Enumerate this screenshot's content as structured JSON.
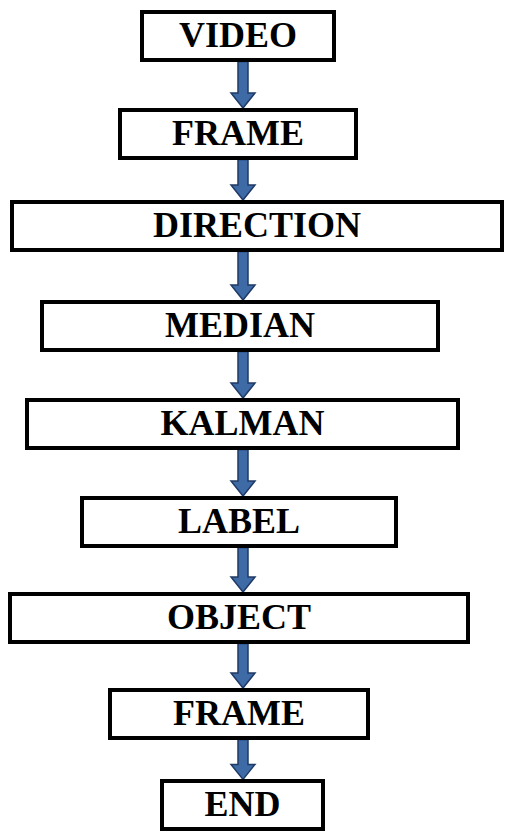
{
  "diagram": {
    "nodes": [
      {
        "text": [
          "VIDEO"
        ]
      },
      {
        "text": [
          "FRAME"
        ]
      },
      {
        "text": [
          "DIRECTION"
        ]
      },
      {
        "text": [
          "MEDIAN"
        ]
      },
      {
        "text": [
          "KALMAN"
        ]
      },
      {
        "text": [
          "LABEL"
        ]
      },
      {
        "text": [
          "OBJECT"
        ]
      },
      {
        "text": [
          "FRAME"
        ]
      },
      {
        "text": [
          "END"
        ]
      }
    ],
    "edges": [
      {
        "from": 0,
        "to": 1,
        "arrow": "to"
      },
      {
        "from": 1,
        "to": 2,
        "arrow": "to"
      },
      {
        "from": 2,
        "to": 3,
        "arrow": "to"
      },
      {
        "from": 3,
        "to": 4,
        "arrow": "to"
      },
      {
        "from": 4,
        "to": 5,
        "arrow": "to"
      },
      {
        "from": 5,
        "to": 6,
        "arrow": "to"
      },
      {
        "from": 6,
        "to": 7,
        "arrow": "to"
      },
      {
        "from": 7,
        "to": 8,
        "arrow": "to"
      }
    ]
  }
}
